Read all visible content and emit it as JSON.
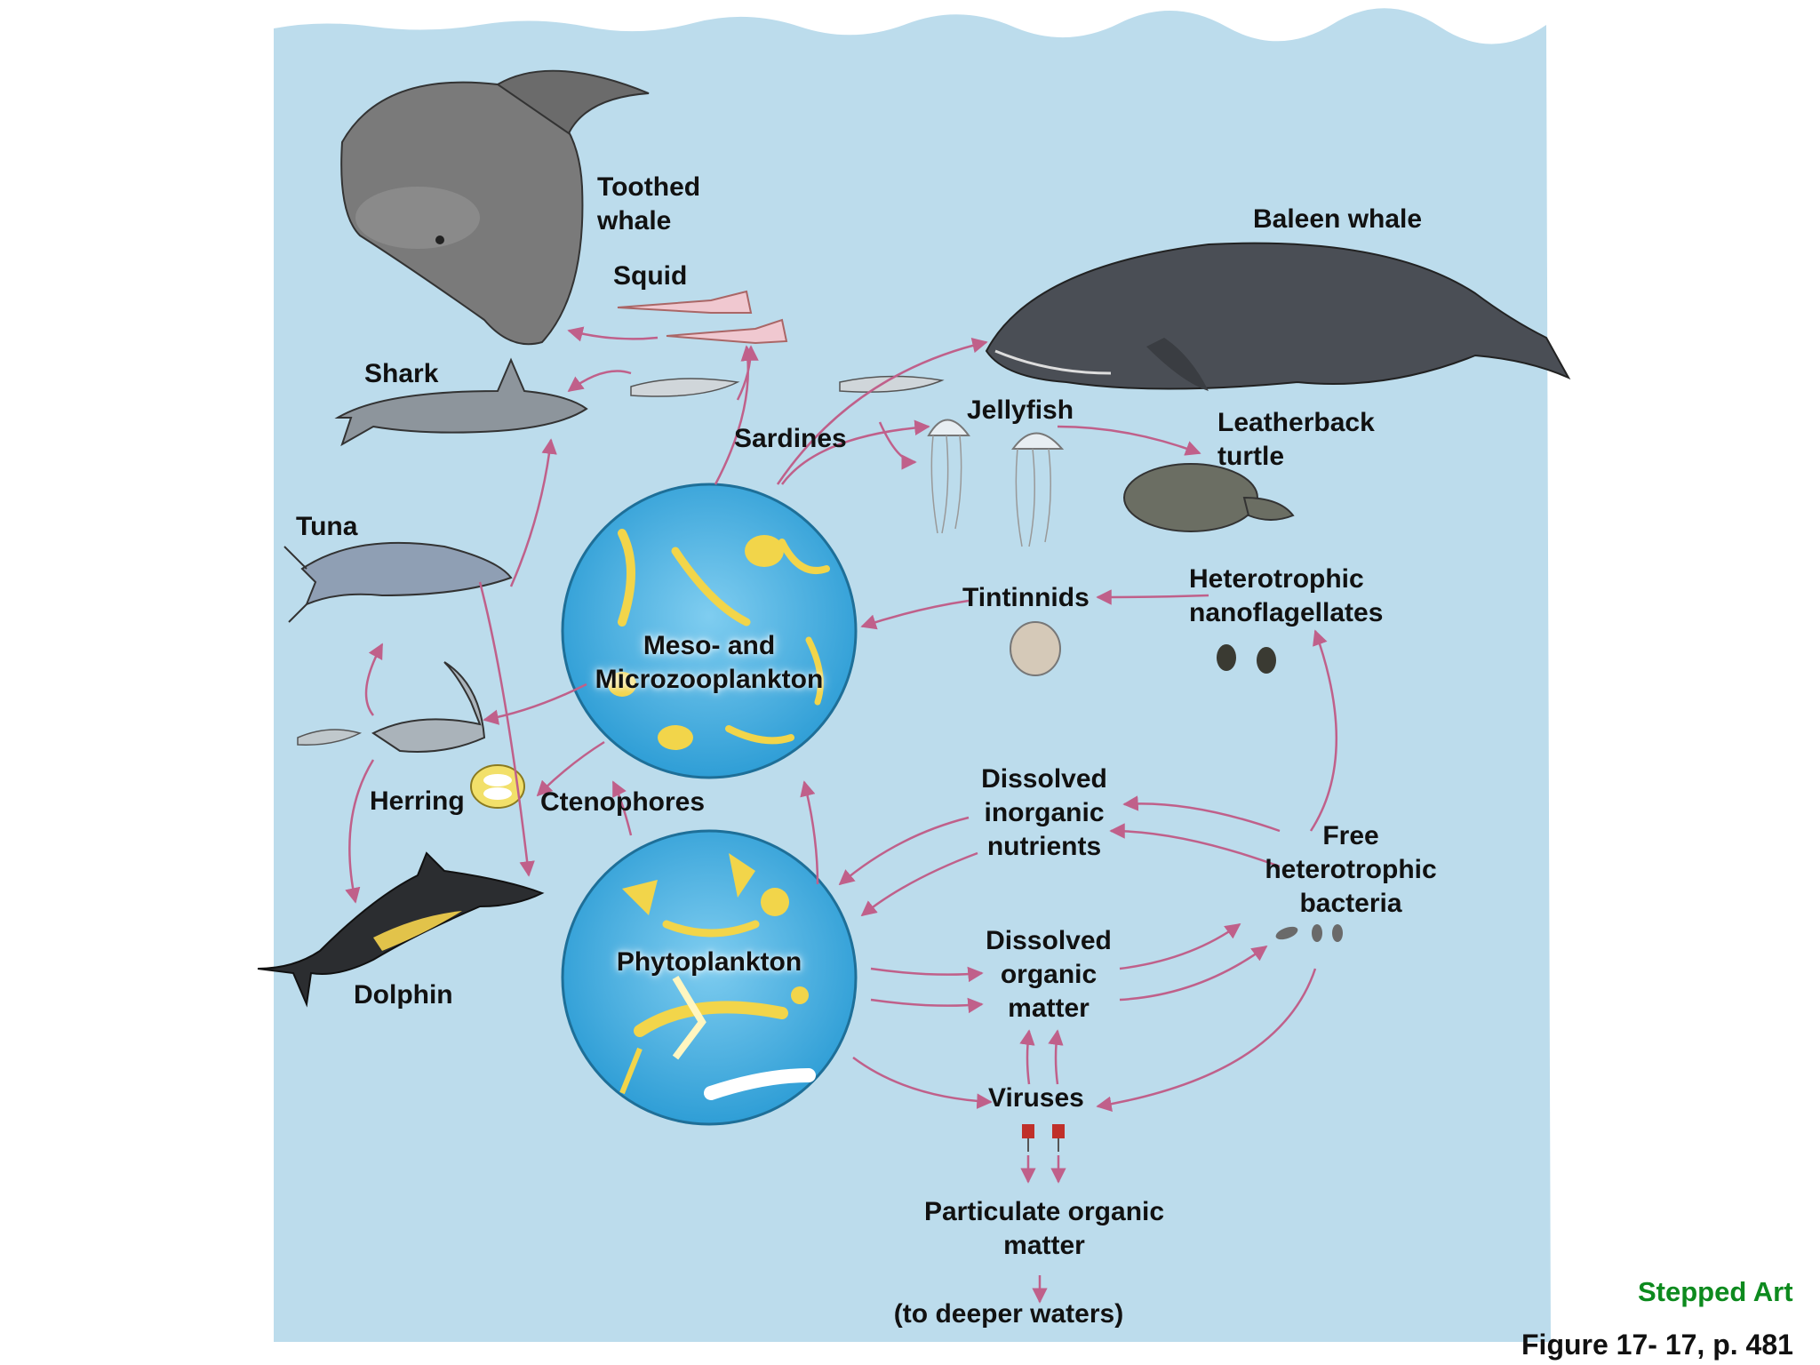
{
  "labels": {
    "toothed_whale": "Toothed\nwhale",
    "squid": "Squid",
    "baleen_whale": "Baleen whale",
    "shark": "Shark",
    "sardines": "Sardines",
    "jellyfish": "Jellyfish",
    "leatherback_turtle": "Leatherback\nturtle",
    "tuna": "Tuna",
    "tintinnids": "Tintinnids",
    "heterotrophic_nanoflagellates": "Heterotrophic\nnanoflagellates",
    "zooplankton": "Meso- and\nMicrozooplankton",
    "herring": "Herring",
    "ctenophores": "Ctenophores",
    "dissolved_inorganic": "Dissolved\ninorganic\nnutrients",
    "free_bacteria": "Free\nheterotrophic\nbacteria",
    "dolphin": "Dolphin",
    "phytoplankton": "Phytoplankton",
    "dissolved_organic": "Dissolved\norganic\nmatter",
    "viruses": "Viruses",
    "particulate": "Particulate organic\nmatter",
    "deeper": "(to deeper waters)"
  },
  "caption": {
    "stepped_art": "Stepped Art",
    "figure": "Figure 17- 17, p. 481"
  },
  "colors": {
    "water": "#bcdcec",
    "arrow": "#c0608a",
    "plankton_circle": "#3ea9dc",
    "organism": "#f2d54a",
    "caption_green": "#0d8a1e"
  }
}
